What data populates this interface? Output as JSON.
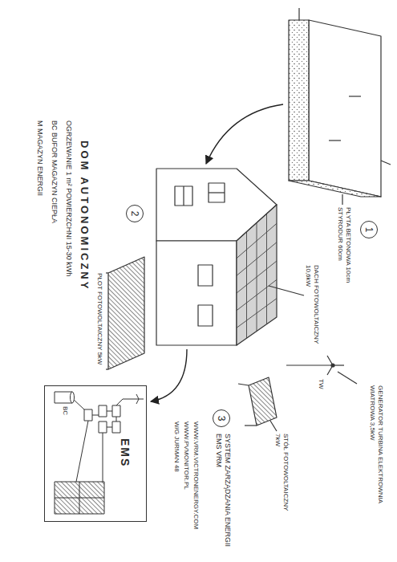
{
  "diagram": {
    "title": "DOM AUTONOMICZNY",
    "nodes": [
      {
        "text": [
          "EMS"
        ]
      }
    ],
    "labels": [
      "OGRZEWANIE 1 m² POWIERZCHNI 15-30 kWh",
      "BC BUFOR MAGAZYN CIEPŁA",
      "M MAGAZYN ENERGII",
      "1",
      "PŁYTA BETONOWA 10cm STYRODUR 60cm",
      "2",
      "DACH FOTOWOLTAICZNY 10,6kW",
      "GENERATOR TURBINA ELEKTROWNIA WIATROWA 3,5kW",
      "TW",
      "STÓŁ FOTOWOLTAICZNY 7kW",
      "PŁOT FOTOWOLTAICZNY 5kW",
      "3",
      "SYSTEM ZARZĄDZANIA ENERGII EMS VRM",
      "WWW.VRM.VICTRONENERGY.COM",
      "WWW.PVMONITOR.PL",
      "W/G JURMAN 48",
      "BC"
    ]
  }
}
